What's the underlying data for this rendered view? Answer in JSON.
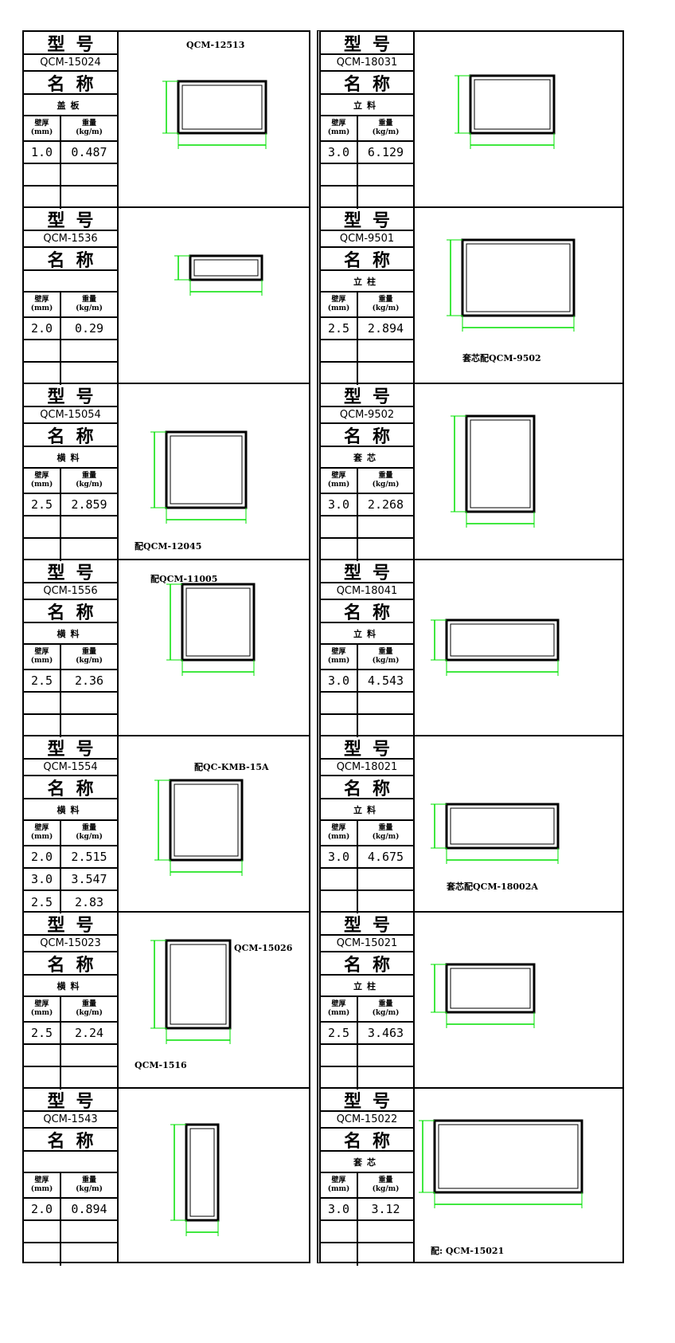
{
  "labels": {
    "model": "型号",
    "name": "名称",
    "thickness": "壁厚",
    "thickness_unit": "(mm)",
    "weight": "重量",
    "weight_unit": "(kg/m)"
  },
  "left": [
    {
      "code": "QCM-15024",
      "name": "盖板",
      "rows": [
        [
          "1.0",
          "0.487"
        ],
        [
          "",
          ""
        ],
        [
          "",
          ""
        ]
      ],
      "notes": [
        "QCM-12513"
      ]
    },
    {
      "code": "QCM-1536",
      "name": "",
      "rows": [
        [
          "2.0",
          "0.29"
        ],
        [
          "",
          ""
        ],
        [
          "",
          ""
        ]
      ],
      "notes": []
    },
    {
      "code": "QCM-15054",
      "name": "横料",
      "rows": [
        [
          "2.5",
          "2.859"
        ],
        [
          "",
          ""
        ],
        [
          "",
          ""
        ]
      ],
      "notes": [
        "配QCM-12045"
      ]
    },
    {
      "code": "QCM-1556",
      "name": "横料",
      "rows": [
        [
          "2.5",
          "2.36"
        ],
        [
          "",
          ""
        ],
        [
          "",
          ""
        ]
      ],
      "notes": [
        "配QCM-11005"
      ]
    },
    {
      "code": "QCM-1554",
      "name": "横料",
      "rows": [
        [
          "2.0",
          "2.515"
        ],
        [
          "3.0",
          "3.547"
        ],
        [
          "2.5",
          "2.83"
        ]
      ],
      "notes": [
        "配QC-KMB-15A"
      ]
    },
    {
      "code": "QCM-15023",
      "name": "横料",
      "rows": [
        [
          "2.5",
          "2.24"
        ],
        [
          "",
          ""
        ],
        [
          "",
          ""
        ]
      ],
      "notes": [
        "QCM-15026",
        "QCM-1516"
      ]
    },
    {
      "code": "QCM-1543",
      "name": "",
      "rows": [
        [
          "2.0",
          "0.894"
        ],
        [
          "",
          ""
        ],
        [
          "",
          ""
        ]
      ],
      "notes": []
    }
  ],
  "right": [
    {
      "code": "QCM-18031",
      "name": "立料",
      "rows": [
        [
          "3.0",
          "6.129"
        ],
        [
          "",
          ""
        ],
        [
          "",
          ""
        ]
      ],
      "notes": []
    },
    {
      "code": "QCM-9501",
      "name": "立柱",
      "rows": [
        [
          "2.5",
          "2.894"
        ],
        [
          "",
          ""
        ],
        [
          "",
          ""
        ]
      ],
      "notes": [
        "套芯配QCM-9502"
      ]
    },
    {
      "code": "QCM-9502",
      "name": "套芯",
      "rows": [
        [
          "3.0",
          "2.268"
        ],
        [
          "",
          ""
        ],
        [
          "",
          ""
        ]
      ],
      "notes": []
    },
    {
      "code": "QCM-18041",
      "name": "立料",
      "rows": [
        [
          "3.0",
          "4.543"
        ],
        [
          "",
          ""
        ],
        [
          "",
          ""
        ]
      ],
      "notes": []
    },
    {
      "code": "QCM-18021",
      "name": "立料",
      "rows": [
        [
          "3.0",
          "4.675"
        ],
        [
          "",
          ""
        ],
        [
          "",
          ""
        ]
      ],
      "notes": [
        "套芯配QCM-18002A"
      ]
    },
    {
      "code": "QCM-15021",
      "name": "立柱",
      "rows": [
        [
          "2.5",
          "3.463"
        ],
        [
          "",
          ""
        ],
        [
          "",
          ""
        ]
      ],
      "notes": []
    },
    {
      "code": "QCM-15022",
      "name": "套芯",
      "rows": [
        [
          "3.0",
          "3.12"
        ],
        [
          "",
          ""
        ],
        [
          "",
          ""
        ]
      ],
      "notes": [
        "配: QCM-15021"
      ]
    }
  ],
  "colors": {
    "profile": "#000000",
    "dimension": "#00e000"
  }
}
